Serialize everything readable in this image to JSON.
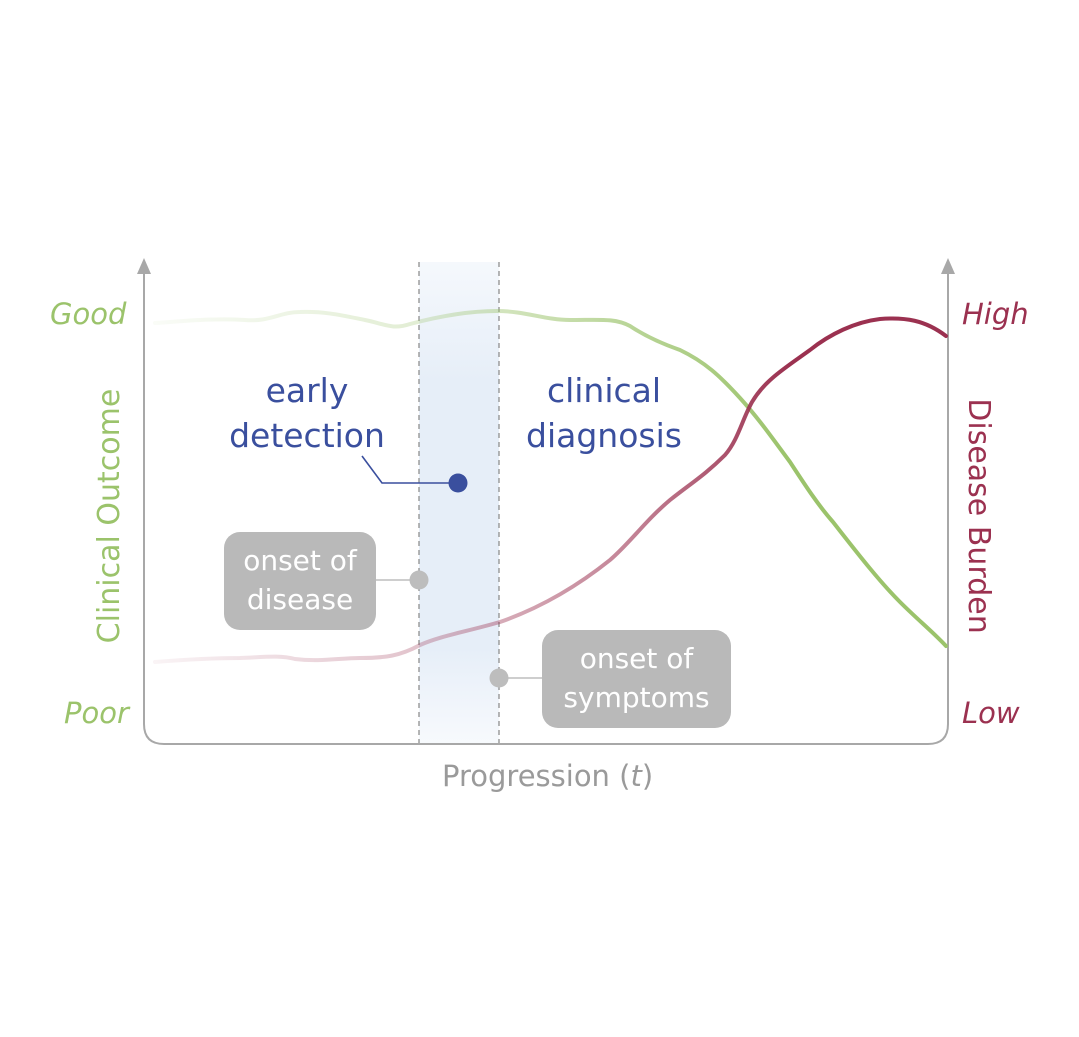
{
  "labels": {
    "left_top": "Good",
    "left_bottom": "Poor",
    "right_top": "High",
    "right_bottom": "Low",
    "left_axis_title": "Clinical Outcome",
    "right_axis_title": "Disease Burden",
    "x_axis_title_main": "Progression (",
    "x_axis_title_var": "t",
    "x_axis_title_close": ")"
  },
  "annotations": {
    "early_detection": [
      "early",
      "detection"
    ],
    "clinical_diagnosis": [
      "clinical",
      "diagnosis"
    ],
    "onset_disease": [
      "onset of",
      "disease"
    ],
    "onset_symptoms": [
      "onset of",
      "symptoms"
    ]
  },
  "colors": {
    "outcome_curve": "#9bc36b",
    "burden_curve": "#9b3150",
    "early_detection_band": "#e6eef8",
    "marker_blue": "#3a4f9e",
    "axis_gray": "#a8a8a8",
    "badge_gray": "#b9b9b9"
  }
}
